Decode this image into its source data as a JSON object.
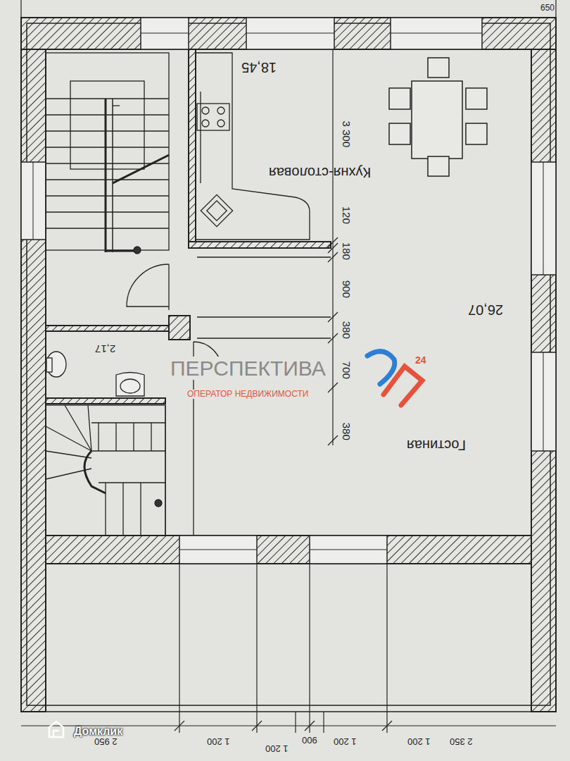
{
  "diagram": {
    "labels": [
      "18,45",
      "Кухня-столовая",
      "3 300",
      "120",
      "180",
      "900",
      "380",
      "700",
      "380",
      "26,07",
      "2,17",
      "Гостиная",
      "ПЕРСПЕКТИВА",
      "24",
      "ОПЕРАТОР НЕДВИЖИМОСТИ",
      "2 950",
      "1 200",
      "1 200",
      "900",
      "1 200",
      "1 200",
      "2 350",
      "Домклик",
      "650"
    ]
  }
}
